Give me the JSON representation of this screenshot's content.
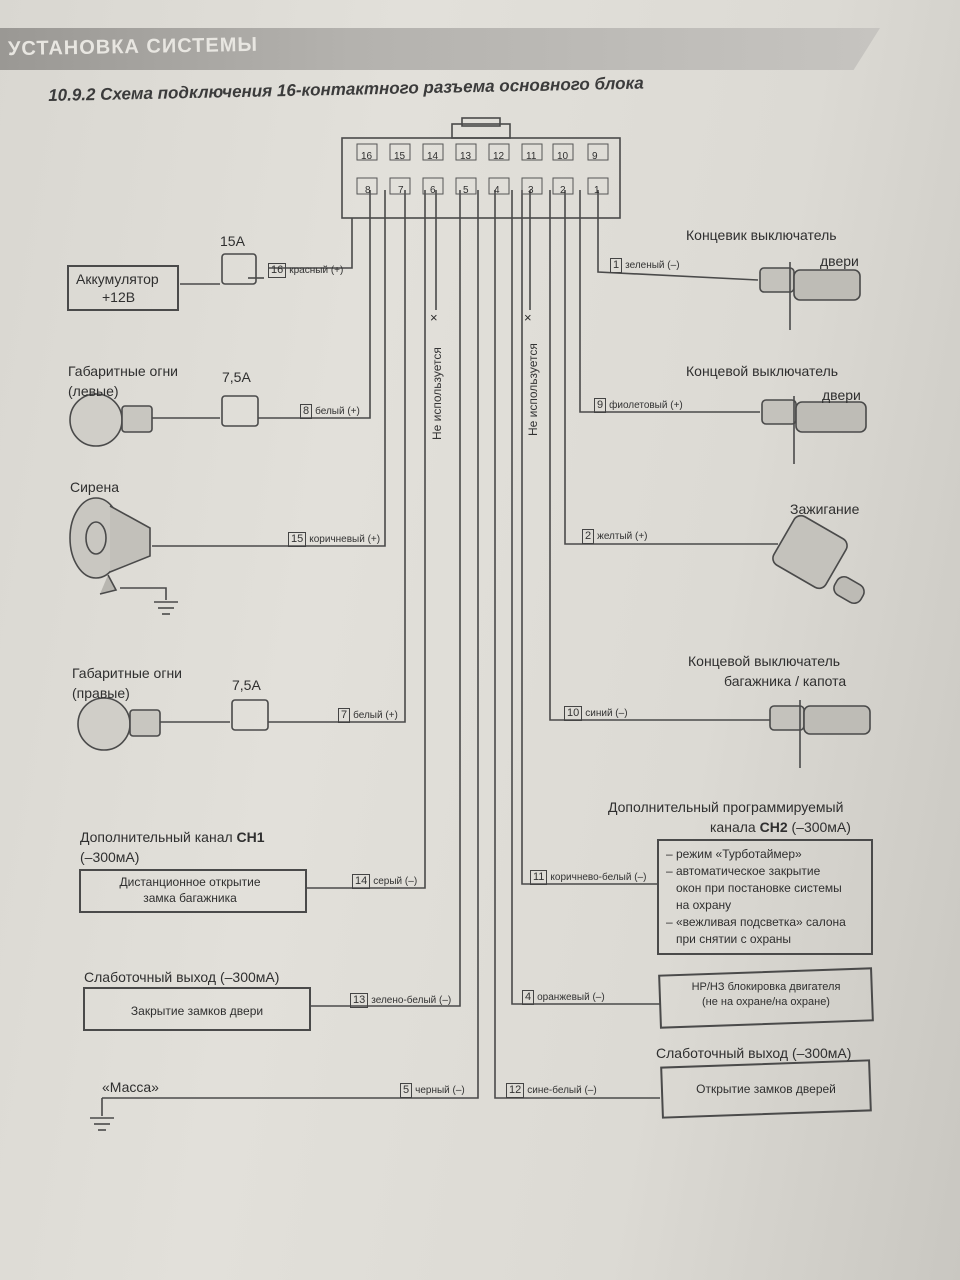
{
  "header": {
    "section": "УСТАНОВКА СИСТЕМЫ",
    "title": "10.9.2 Схема подключения 16-контактного разъема основного блока"
  },
  "connector": {
    "top_pins": [
      "16",
      "15",
      "14",
      "13",
      "12",
      "11",
      "10",
      "9"
    ],
    "bottom_pins": [
      "8",
      "7",
      "6",
      "5",
      "4",
      "3",
      "2",
      "1"
    ]
  },
  "left": {
    "battery": {
      "label_line1": "Аккумулятор",
      "label_line2": "+12В",
      "fuse": "15А",
      "pin": "16",
      "wire": "красный (+)"
    },
    "parking_left": {
      "label_line1": "Габаритные огни",
      "label_line2": "(левые)",
      "fuse": "7,5А",
      "pin": "8",
      "wire": "белый (+)"
    },
    "siren": {
      "label": "Сирена",
      "pin": "15",
      "wire": "коричневый (+)"
    },
    "parking_right": {
      "label_line1": "Габаритные огни",
      "label_line2": "(правые)",
      "fuse": "7,5А",
      "pin": "7",
      "wire": "белый (+)"
    },
    "ch1": {
      "title_line1": "Дополнительный канал",
      "title_bold": "CH1",
      "title_line2": "(–300мА)",
      "box_line1": "Дистанционное открытие",
      "box_line2": "замка багажника",
      "pin": "14",
      "wire": "серый (–)"
    },
    "low_current": {
      "title": "Слаботочный выход (–300мА)",
      "box": "Закрытие замков двери",
      "pin": "13",
      "wire": "зелено-белый (–)"
    },
    "ground": {
      "label": "«Масса»",
      "pin": "5",
      "wire": "черный (–)"
    }
  },
  "unused_label": "Не используется",
  "right": {
    "door_switch_1": {
      "label_line1": "Концевик выключатель",
      "label_line2": "двери",
      "pin": "1",
      "wire": "зеленый (–)"
    },
    "door_switch_2": {
      "label_line1": "Концевой выключатель",
      "label_line2": "двери",
      "pin": "9",
      "wire": "фиолетовый (+)"
    },
    "ignition": {
      "label": "Зажигание",
      "pin": "2",
      "wire": "желтый (+)"
    },
    "trunk_switch": {
      "label_line1": "Концевой выключатель",
      "label_line2": "багажника / капота",
      "pin": "10",
      "wire": "синий (–)"
    },
    "ch2": {
      "title_line1": "Дополнительный программируемый",
      "title_line2_pre": "канала",
      "title_bold": "CH2",
      "title_line2_post": "(–300мА)",
      "items": [
        "– режим «Турботаймер»",
        "– автоматическое закрытие",
        "окон при постановке системы",
        "на охрану",
        "– «вежливая подсветка» салона",
        "при снятии с охраны"
      ],
      "pin": "11",
      "wire": "коричнево-белый (–)"
    },
    "immobilizer": {
      "box_line1": "НР/НЗ блокировка двигателя",
      "box_line2": "(не на охране/на охране)",
      "pin": "4",
      "wire": "оранжевый (–)"
    },
    "low_current_2": {
      "title": "Слаботочный выход (–300мА)",
      "box": "Открытие замков дверей",
      "pin": "12",
      "wire": "сине-белый (–)"
    }
  }
}
